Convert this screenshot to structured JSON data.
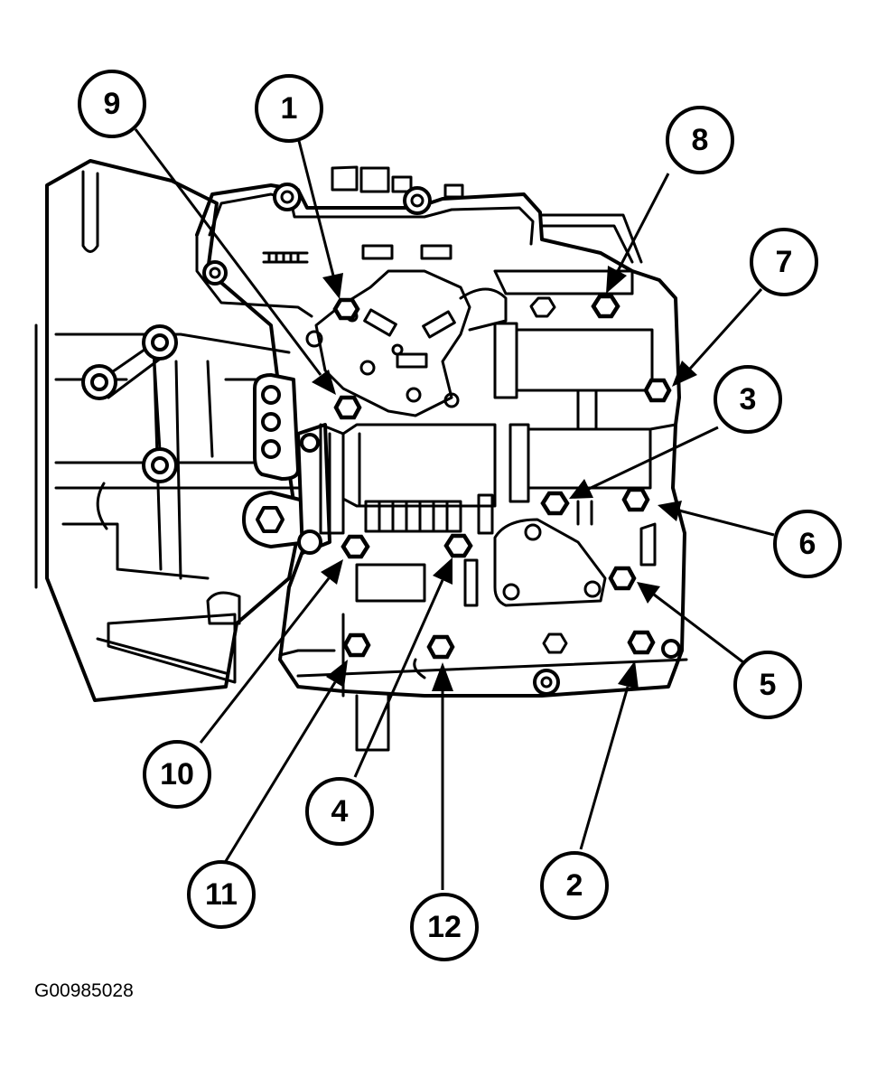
{
  "figure": {
    "id": "G00985028"
  },
  "callouts": [
    {
      "number": "1"
    },
    {
      "number": "2"
    },
    {
      "number": "3"
    },
    {
      "number": "4"
    },
    {
      "number": "5"
    },
    {
      "number": "6"
    },
    {
      "number": "7"
    },
    {
      "number": "8"
    },
    {
      "number": "9"
    },
    {
      "number": "10"
    },
    {
      "number": "11"
    },
    {
      "number": "12"
    }
  ]
}
